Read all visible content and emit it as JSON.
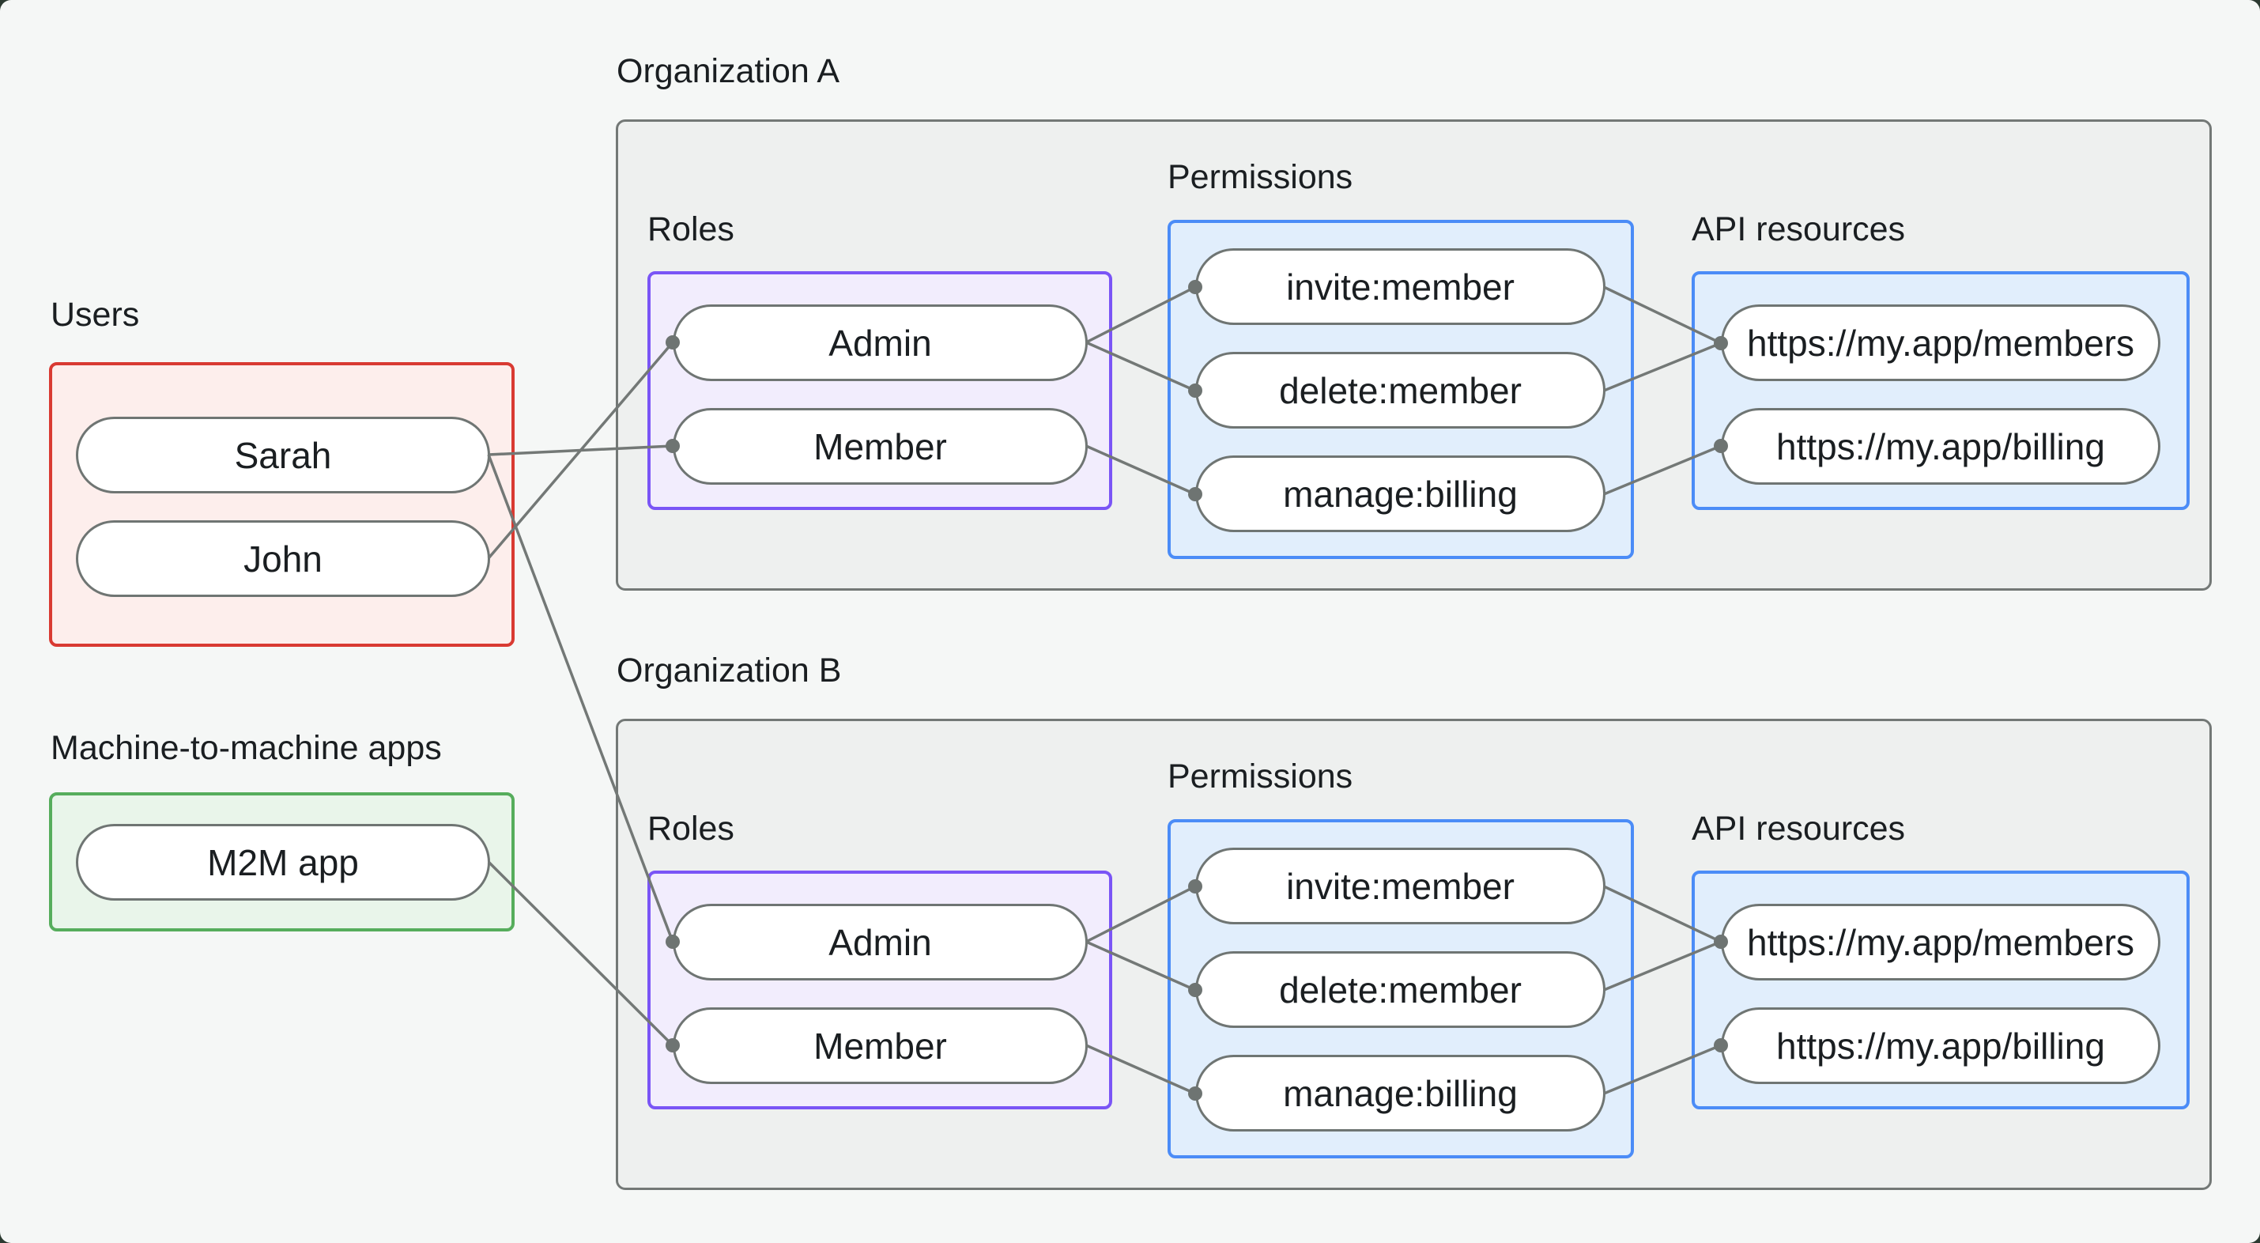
{
  "colors": {
    "page_bg": "#f5f7f6",
    "window_bg": "#2c3a31",
    "text": "#1a1e21",
    "org_fill": "#eef0ef",
    "org_border": "#737876",
    "red_border": "#d93a32",
    "red_fill": "#fdeeec",
    "green_border": "#56ad5c",
    "green_fill": "#e9f5ea",
    "purple_border": "#7a55f6",
    "purple_fill": "#f2edfd",
    "blue_border": "#4b8cf7",
    "blue_fill": "#e1eefc",
    "pill_border": "#6f7573",
    "line": "#737876",
    "dot": "#6e7472"
  },
  "users": {
    "label": "Users",
    "sarah": "Sarah",
    "john": "John"
  },
  "m2m": {
    "label": "Machine-to-machine apps",
    "app": "M2M app"
  },
  "org_a": {
    "label": "Organization A",
    "roles_label": "Roles",
    "permissions_label": "Permissions",
    "api_label": "API resources",
    "roles": {
      "admin": "Admin",
      "member": "Member"
    },
    "permissions": {
      "invite": "invite:member",
      "delete": "delete:member",
      "manage": "manage:billing"
    },
    "api": {
      "members": "https://my.app/members",
      "billing": "https://my.app/billing"
    }
  },
  "org_b": {
    "label": "Organization B",
    "roles_label": "Roles",
    "permissions_label": "Permissions",
    "api_label": "API resources",
    "roles": {
      "admin": "Admin",
      "member": "Member"
    },
    "permissions": {
      "invite": "invite:member",
      "delete": "delete:member",
      "manage": "manage:billing"
    },
    "api": {
      "members": "https://my.app/members",
      "billing": "https://my.app/billing"
    }
  },
  "edges": [
    {
      "from": "users.sarah",
      "to": "org_a.roles.member"
    },
    {
      "from": "users.sarah",
      "to": "org_b.roles.admin"
    },
    {
      "from": "users.john",
      "to": "org_a.roles.admin"
    },
    {
      "from": "m2m.app",
      "to": "org_b.roles.member"
    },
    {
      "from": "org_a.roles.admin",
      "to": "org_a.permissions.invite"
    },
    {
      "from": "org_a.roles.admin",
      "to": "org_a.permissions.delete"
    },
    {
      "from": "org_a.roles.member",
      "to": "org_a.permissions.manage"
    },
    {
      "from": "org_a.permissions.invite",
      "to": "org_a.api.members"
    },
    {
      "from": "org_a.permissions.delete",
      "to": "org_a.api.members"
    },
    {
      "from": "org_a.permissions.manage",
      "to": "org_a.api.billing"
    },
    {
      "from": "org_b.roles.admin",
      "to": "org_b.permissions.invite"
    },
    {
      "from": "org_b.roles.admin",
      "to": "org_b.permissions.delete"
    },
    {
      "from": "org_b.roles.member",
      "to": "org_b.permissions.manage"
    },
    {
      "from": "org_b.permissions.invite",
      "to": "org_b.api.members"
    },
    {
      "from": "org_b.permissions.delete",
      "to": "org_b.api.members"
    },
    {
      "from": "org_b.permissions.manage",
      "to": "org_b.api.billing"
    }
  ]
}
